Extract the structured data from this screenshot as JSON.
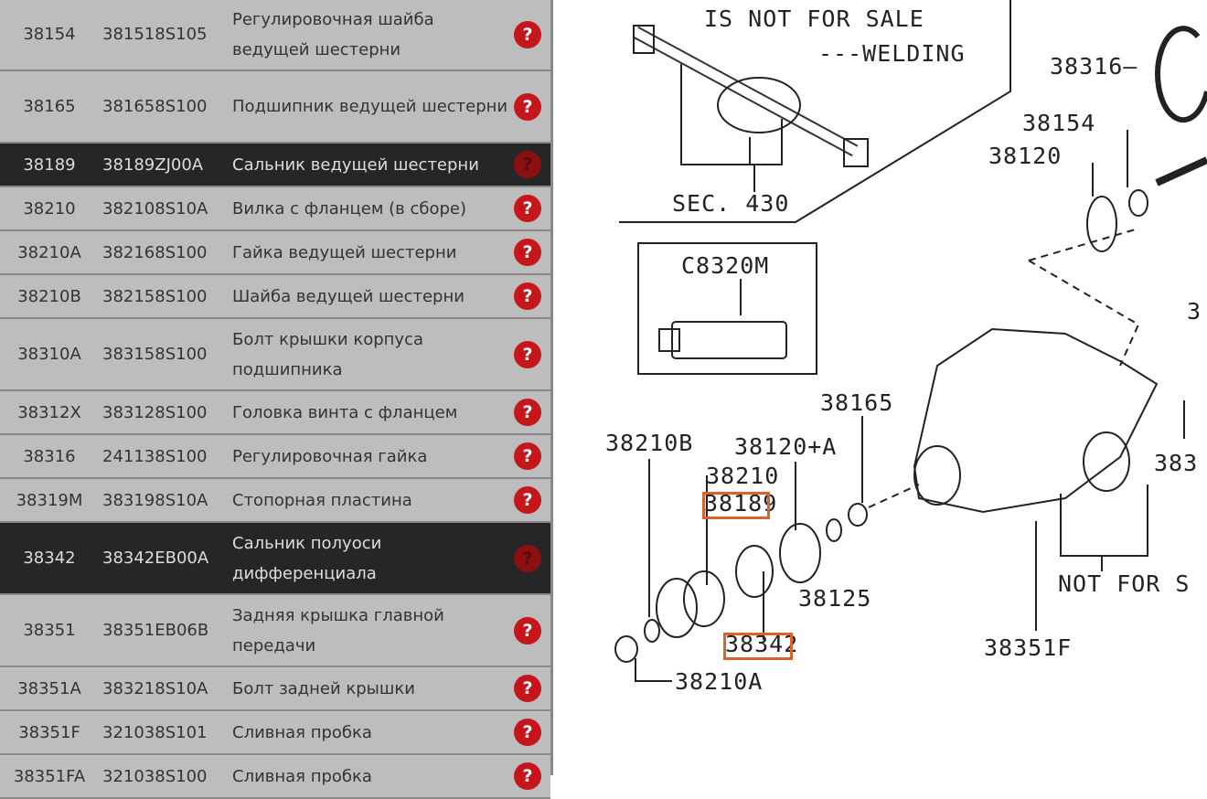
{
  "parts": [
    {
      "num": "38154",
      "code": "381518S105",
      "name": "Регулировочная шайба ведущей шестерни",
      "dark": false,
      "tall": true
    },
    {
      "num": "38165",
      "code": "381658S100",
      "name": "Подшипник ведущей шестерни",
      "dark": false,
      "tall": true
    },
    {
      "num": "38189",
      "code": "38189ZJ00A",
      "name": "Сальник ведущей шестерни",
      "dark": true,
      "tall": false
    },
    {
      "num": "38210",
      "code": "382108S10A",
      "name": "Вилка с фланцем (в сборе)",
      "dark": false,
      "tall": false
    },
    {
      "num": "38210A",
      "code": "382168S100",
      "name": "Гайка ведущей шестерни",
      "dark": false,
      "tall": false
    },
    {
      "num": "38210B",
      "code": "382158S100",
      "name": "Шайба ведущей шестерни",
      "dark": false,
      "tall": false
    },
    {
      "num": "38310A",
      "code": "383158S100",
      "name": "Болт крышки корпуса подшипника",
      "dark": false,
      "tall": true
    },
    {
      "num": "38312X",
      "code": "383128S100",
      "name": "Головка винта с фланцем",
      "dark": false,
      "tall": false
    },
    {
      "num": "38316",
      "code": "241138S100",
      "name": "Регулировочная гайка",
      "dark": false,
      "tall": false
    },
    {
      "num": "38319M",
      "code": "383198S10A",
      "name": "Стопорная пластина",
      "dark": false,
      "tall": false
    },
    {
      "num": "38342",
      "code": "38342EB00A",
      "name": "Сальник полуоси дифференциала",
      "dark": true,
      "tall": true
    },
    {
      "num": "38351",
      "code": "38351EB06B",
      "name": "Задняя крышка главной передачи",
      "dark": false,
      "tall": true
    },
    {
      "num": "38351A",
      "code": "383218S10A",
      "name": "Болт задней крышки",
      "dark": false,
      "tall": false
    },
    {
      "num": "38351F",
      "code": "321038S101",
      "name": "Сливная пробка",
      "dark": false,
      "tall": false
    },
    {
      "num": "38351FA",
      "code": "321038S100",
      "name": "Сливная пробка",
      "dark": false,
      "tall": false
    }
  ],
  "help_glyph": "?",
  "diagram": {
    "labels": [
      {
        "id": "not-for-sale-note",
        "text": "IS NOT FOR SALE"
      },
      {
        "id": "welding",
        "text": "---WELDING"
      },
      {
        "id": "sec430",
        "text": "SEC. 430"
      },
      {
        "id": "c8320m",
        "text": "C8320M"
      },
      {
        "id": "38316",
        "text": "38316—"
      },
      {
        "id": "38154",
        "text": "38154"
      },
      {
        "id": "38120",
        "text": "38120"
      },
      {
        "id": "38165",
        "text": "38165"
      },
      {
        "id": "38210B",
        "text": "38210B"
      },
      {
        "id": "38120A",
        "text": "38120+A"
      },
      {
        "id": "38210",
        "text": "38210"
      },
      {
        "id": "38189",
        "text": "38189"
      },
      {
        "id": "38125",
        "text": "38125"
      },
      {
        "id": "38342",
        "text": "38342"
      },
      {
        "id": "38210A",
        "text": "38210A"
      },
      {
        "id": "38351F",
        "text": "38351F"
      },
      {
        "id": "not-for-s",
        "text": "NOT FOR S"
      },
      {
        "id": "partial-3",
        "text": "3"
      },
      {
        "id": "partial-383",
        "text": "383"
      }
    ],
    "highlight_color": "#d9632a"
  }
}
